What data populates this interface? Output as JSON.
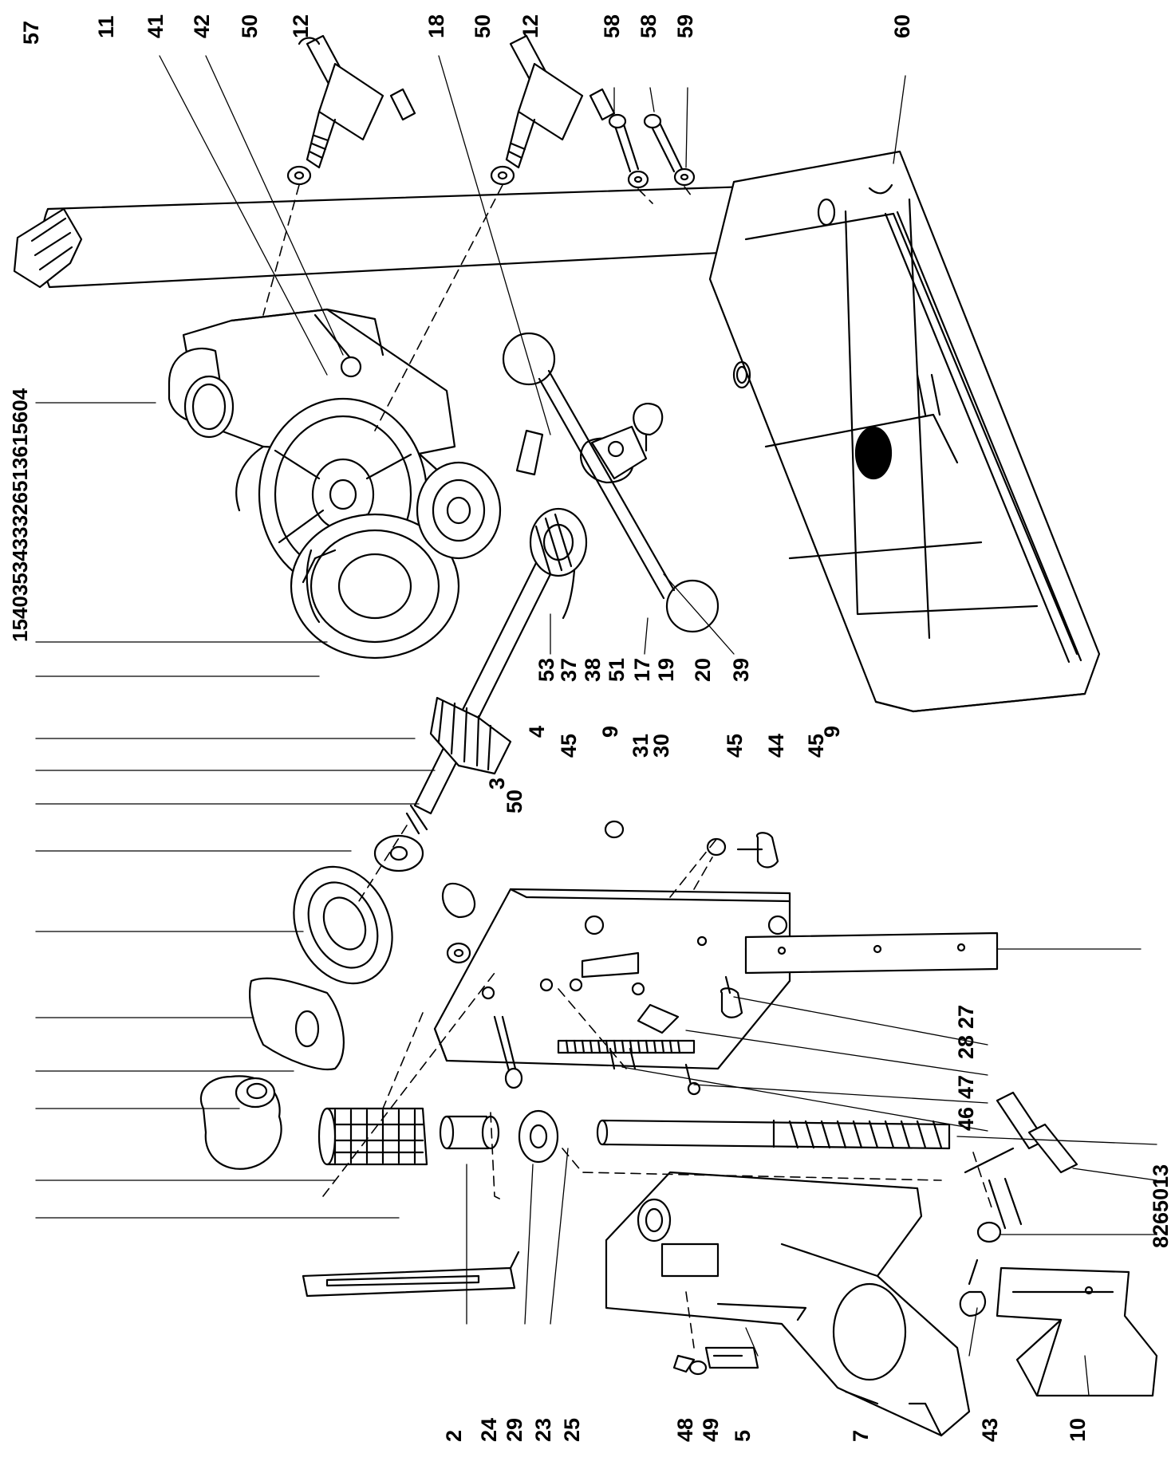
{
  "diagram": {
    "stroke_color": "#000000",
    "background": "#ffffff",
    "labels_top": [
      "57",
      "11",
      "41",
      "42",
      "50",
      "12",
      "18",
      "50",
      "12",
      "58",
      "58",
      "59",
      "60"
    ],
    "labels_left_stack": "1540353433326513615604",
    "labels_mid": [
      "53",
      "37",
      "38",
      "51",
      "17",
      "19",
      "20",
      "39"
    ],
    "labels_center": [
      "4",
      "45",
      "9",
      "31",
      "30",
      "45",
      "44",
      "45",
      "9",
      "3",
      "50"
    ],
    "labels_right_group": [
      "27",
      "28",
      "47",
      "46"
    ],
    "labels_right_stack": "8265013",
    "labels_bottom": [
      "2",
      "24",
      "29",
      "23",
      "25",
      "48",
      "49",
      "5",
      "7",
      "43",
      "10"
    ]
  }
}
